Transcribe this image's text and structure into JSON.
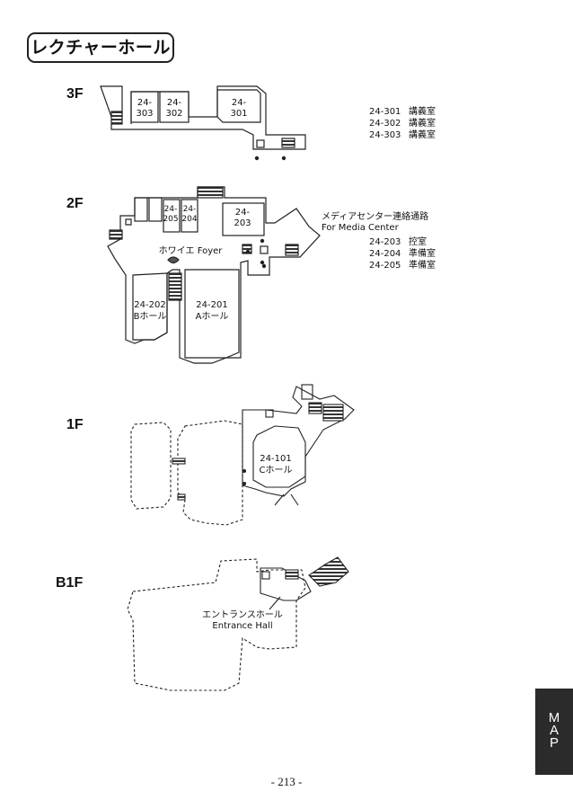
{
  "page_title": "レクチャーホール",
  "floors": {
    "f3": {
      "label": "3F",
      "rooms": [
        "24-\n303",
        "24-\n302",
        "24-\n301"
      ],
      "legend": [
        {
          "code": "24-301",
          "name": "講義室"
        },
        {
          "code": "24-302",
          "name": "講義室"
        },
        {
          "code": "24-303",
          "name": "講義室"
        }
      ]
    },
    "f2": {
      "label": "2F",
      "rooms": {
        "r205": "24-",
        "r205b": "205",
        "r204": "24-",
        "r204b": "204",
        "r203": "24-",
        "r203b": "203",
        "r202": "24-202",
        "r202b": "Bホール",
        "r201": "24-201",
        "r201b": "Aホール"
      },
      "foyer": "ホワイエ Foyer",
      "media_jp": "メディアセンター連絡通路",
      "media_en": "For Media Center",
      "legend": [
        {
          "code": "24-203",
          "name": "控室"
        },
        {
          "code": "24-204",
          "name": "準備室"
        },
        {
          "code": "24-205",
          "name": "準備室"
        }
      ]
    },
    "f1": {
      "label": "1F",
      "room_code": "24-101",
      "room_name": "Cホール"
    },
    "b1": {
      "label": "B1F",
      "hall_jp": "エントランスホール",
      "hall_en": "Entrance Hall"
    }
  },
  "side_tab": [
    "M",
    "A",
    "P"
  ],
  "page_number": "- 213 -",
  "icons": [
    "restroom-icon",
    "wheelchair-icon",
    "elevator-icon",
    "stairs-icon"
  ]
}
